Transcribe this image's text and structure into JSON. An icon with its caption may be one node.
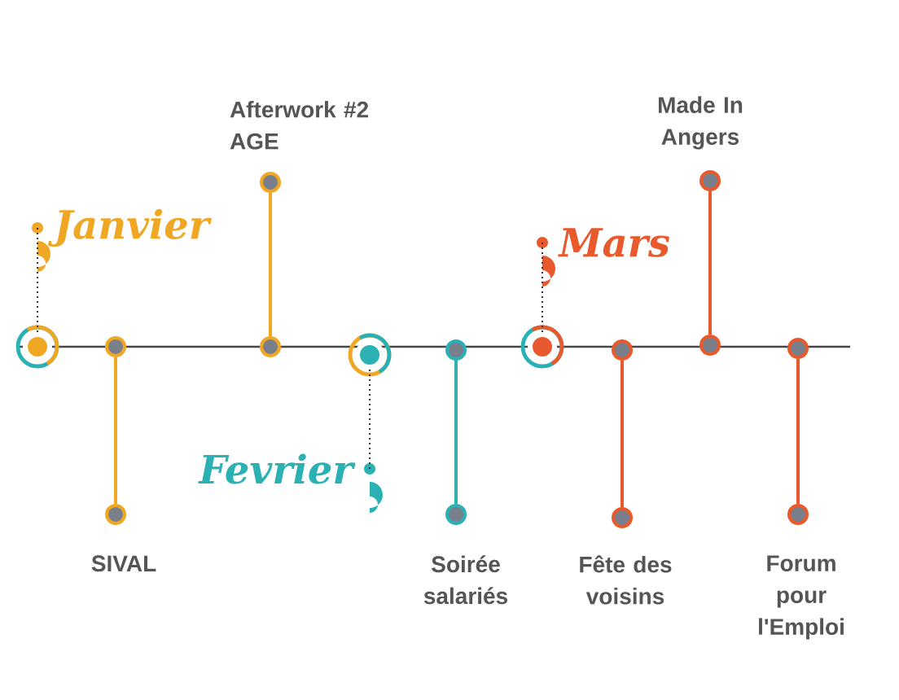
{
  "diagram": {
    "nodes": [
      {
        "text": [
          "Janvier"
        ]
      },
      {
        "text": [],
        "shape": "circle"
      },
      {
        "text": [],
        "shape": "circle"
      },
      {
        "text": [],
        "shape": "circle",
        "beside": [
          "SIVAL"
        ]
      },
      {
        "text": [],
        "shape": "circle"
      },
      {
        "text": [],
        "shape": "circle",
        "beside": [
          "Afterwork #2 AGE"
        ]
      },
      {
        "text": [],
        "shape": "circle"
      },
      {
        "text": [
          "Fevrier"
        ]
      },
      {
        "text": [],
        "shape": "circle"
      },
      {
        "text": [],
        "shape": "circle",
        "beside": [
          "Soirée salariés"
        ]
      },
      {
        "text": [
          "Mars"
        ]
      },
      {
        "text": [],
        "shape": "circle"
      },
      {
        "text": [],
        "shape": "circle"
      },
      {
        "text": [],
        "shape": "circle",
        "beside": [
          "Fête des voisins"
        ]
      },
      {
        "text": [],
        "shape": "circle"
      },
      {
        "text": [],
        "shape": "circle",
        "beside": [
          "Made In Angers"
        ]
      },
      {
        "text": [],
        "shape": "circle"
      },
      {
        "text": [],
        "shape": "circle",
        "beside": [
          "Forum pour l'Emploi"
        ]
      }
    ],
    "edges": [
      {
        "from": 0,
        "to": 1,
        "arrow": "none",
        "style": "dashed",
        "color": "#333333"
      },
      {
        "from": 2,
        "to": 3,
        "arrow": "none",
        "color": "#f0a824"
      },
      {
        "from": 4,
        "to": 5,
        "arrow": "none",
        "color": "#f0a824"
      },
      {
        "from": 7,
        "to": 6,
        "arrow": "none",
        "style": "dashed",
        "color": "#333333"
      },
      {
        "from": 8,
        "to": 9,
        "arrow": "none",
        "color": "#2bb0b3"
      },
      {
        "from": 10,
        "to": 11,
        "arrow": "none",
        "style": "dashed",
        "color": "#333333"
      },
      {
        "from": 12,
        "to": 13,
        "arrow": "none",
        "color": "#e85a2e"
      },
      {
        "from": 14,
        "to": 15,
        "arrow": "none",
        "color": "#e85a2e"
      },
      {
        "from": 16,
        "to": 17,
        "arrow": "none",
        "color": "#e85a2e"
      }
    ]
  }
}
